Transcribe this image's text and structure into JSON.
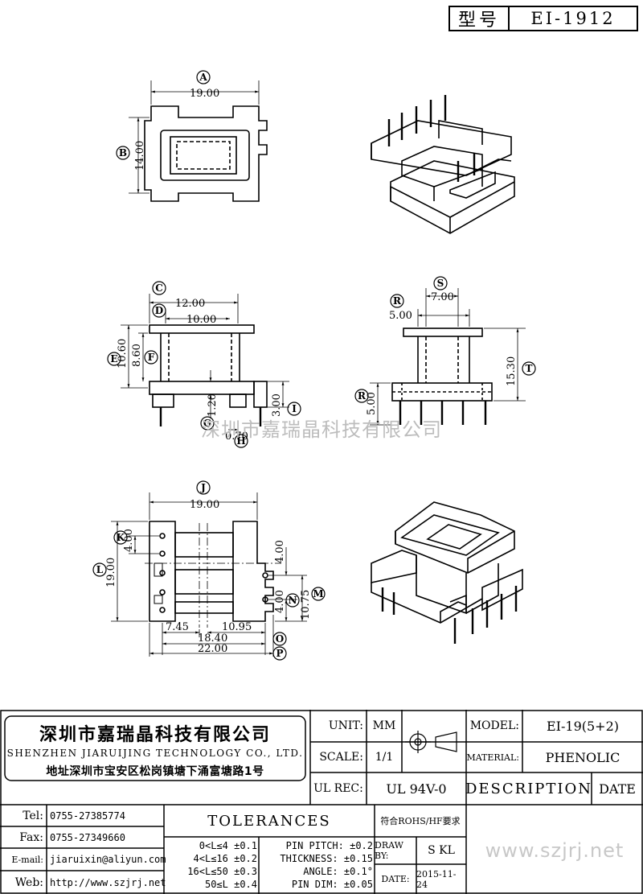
{
  "title_block": {
    "model_label": "型号",
    "model_value": "EI-1912"
  },
  "watermark": "深圳市嘉瑞晶科技有限公司",
  "views": {
    "top": {
      "marker_a": "A",
      "marker_b": "B",
      "dim_width": "19.00",
      "dim_height": "14.00"
    },
    "front": {
      "marker_c": "C",
      "marker_d": "D",
      "marker_e": "E",
      "marker_f": "F",
      "marker_g": "G",
      "marker_h": "H",
      "marker_i": "I",
      "dim_c": "12.00",
      "dim_d": "10.00",
      "dim_e": "10.60",
      "dim_f": "8.60",
      "dim_g": "1.20",
      "dim_h": "0.70",
      "dim_i": "3.00"
    },
    "side": {
      "marker_s": "S",
      "marker_r": "R",
      "marker_t": "T",
      "marker_r2": "R",
      "dim_s": "7.00",
      "dim_r": "5.00",
      "dim_t": "15.30",
      "dim_r2": "5.00"
    },
    "bottom": {
      "marker_j": "J",
      "marker_k": "K",
      "marker_l": "L",
      "marker_m": "M",
      "marker_n": "N",
      "marker_o": "O",
      "marker_p": "P",
      "dim_j": "19.00",
      "dim_k": "4.00",
      "dim_l": "19.00",
      "dim_m": "10.75",
      "dim_n1": "4.00",
      "dim_n2": "4.00",
      "dim_o1": "7.45",
      "dim_o2": "10.95",
      "dim_o": "18.40",
      "dim_p": "22.00"
    }
  },
  "footer": {
    "company_cn": "深圳市嘉瑞晶科技有限公司",
    "company_en": "SHENZHEN JIARUIJING TECHNOLOGY CO., LTD.",
    "address": "地址深圳市宝安区松岗镇塘下涌富塘路1号",
    "unit_label": "UNIT:",
    "unit_value": "MM",
    "scale_label": "SCALE:",
    "scale_value": "1/1",
    "model_label": "MODEL:",
    "model_value": "EI-19(5+2)",
    "material_label": "MATERIAL:",
    "material_value": "PHENOLIC",
    "ulrec_label": "UL REC:",
    "ulrec_value": "UL 94V-0",
    "description_label": "DESCRIPTION",
    "date_header": "DATE",
    "tel_label": "Tel:",
    "tel_value": "0755-27385774",
    "fax_label": "Fax:",
    "fax_value": "0755-27349660",
    "email_label": "E-mail:",
    "email_value": "jiaruixin@aliyun.com",
    "web_label": "Web:",
    "web_value": "http://www.szjrj.net",
    "tolerances_label": "TOLERANCES",
    "tol": [
      "0<L≤4 ±0.1",
      "4<L≤16 ±0.2",
      "16<L≤50 ±0.3",
      "50≤L ±0.4"
    ],
    "tol2": [
      "PIN PITCH: ±0.2",
      "THICKNESS: ±0.15",
      "ANGLE: ±0.1°",
      "PIN DIM: ±0.05"
    ],
    "rohs": "符合ROHS/HF要求",
    "drawby_label": "DRAW BY:",
    "drawby_value": "S KL",
    "date_label": "DATE:",
    "date_value": "2015-11-24",
    "website_big": "www.szjrj.net"
  }
}
